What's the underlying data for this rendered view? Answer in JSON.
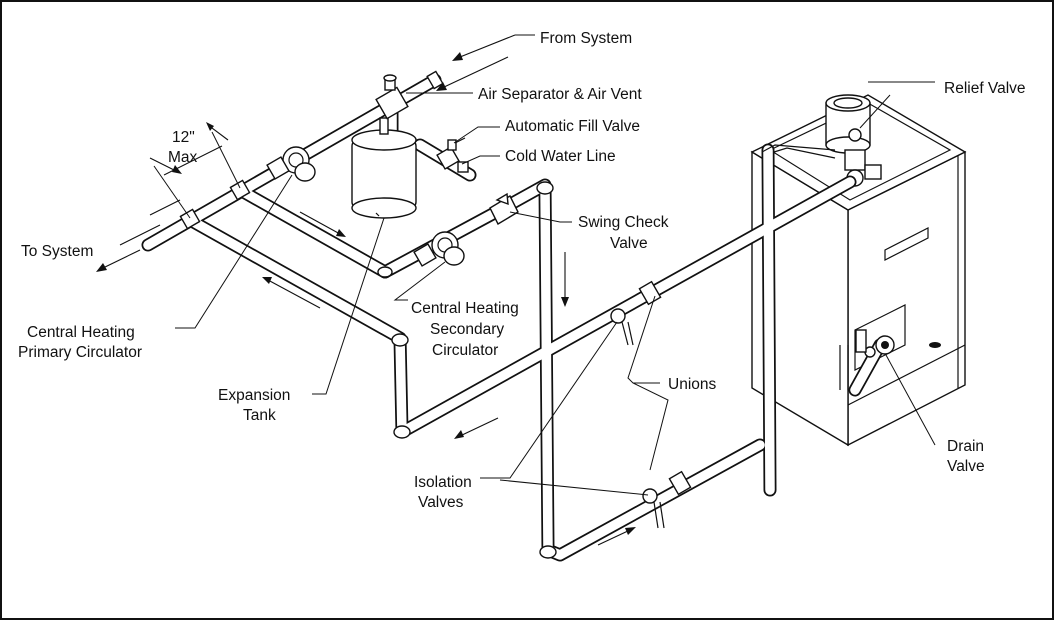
{
  "colors": {
    "line": "#111111",
    "background": "#ffffff",
    "shade": "#e6e6e6"
  },
  "labels": {
    "from_system": "From System",
    "air_separator": "Air Separator & Air Vent",
    "auto_fill": "Automatic Fill Valve",
    "cold_water": "Cold Water Line",
    "relief_valve": "Relief Valve",
    "twelve_max_1": "12\"",
    "twelve_max_2": "Max",
    "to_system": "To System",
    "swing_check_1": "Swing Check",
    "swing_check_2": "Valve",
    "secondary_1": "Central Heating",
    "secondary_2": "Secondary",
    "secondary_3": "Circulator",
    "primary_1": "Central Heating",
    "primary_2": "Primary Circulator",
    "expansion_1": "Expansion",
    "expansion_2": "Tank",
    "unions": "Unions",
    "drain_1": "Drain",
    "drain_2": "Valve",
    "isolation_1": "Isolation",
    "isolation_2": "Valves"
  }
}
